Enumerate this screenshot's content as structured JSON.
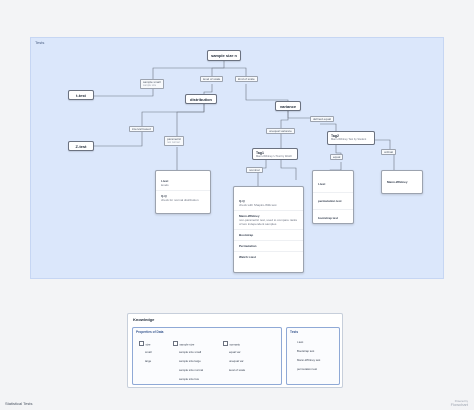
{
  "canvas": {
    "title": "Tests"
  },
  "nodes": {
    "root": "sample size n",
    "t_test": "t-test",
    "z_test": "Z-test",
    "distribution": "distribution",
    "variance": "variance"
  },
  "edge_labels": {
    "small_sample": "sample small",
    "small_sample_sub": "sample size",
    "level_of_scale": "level of scale",
    "kind_of_scale": "kind of scale",
    "interval_based": "interval based",
    "parametric": "parametric",
    "parametric_sub": "non normal",
    "unequal_variance": "unequal variance",
    "defined_equal": "defined equal",
    "equal": "equal",
    "nominal": "nominal",
    "ordinal": "ordinal"
  },
  "leaves": {
    "left": {
      "title": "Tag1",
      "desc": "Mann-Whitney U Test by Welch"
    },
    "right": {
      "title": "Tag2",
      "desc": "Mann-Whitney Test by Student"
    }
  },
  "cards": {
    "distribution_card": [
      {
        "title": "t-test",
        "desc": "levels"
      },
      {
        "title": "Q-Q",
        "desc": "check for normal distribution"
      }
    ],
    "variance_card": [
      {
        "title": "Q-Q",
        "desc": "check with Shapiro-Wilk test"
      },
      {
        "title": "Mann-Whitney",
        "desc": "non-parametric test, used to compare ranks of two independent samples"
      },
      {
        "title": "Bootstrap",
        "desc": ""
      },
      {
        "title": "Permutation",
        "desc": ""
      },
      {
        "title": "Welch t-test",
        "desc": ""
      }
    ],
    "middle_card": [
      {
        "title": "t-test",
        "desc": ""
      },
      {
        "title": "permutation test",
        "desc": ""
      },
      {
        "title": "bootstrap test",
        "desc": ""
      }
    ],
    "mw_card": [
      {
        "title": "Mann-Whitney",
        "desc": ""
      }
    ]
  },
  "legend": {
    "title": "Knowledge",
    "properties": {
      "header": "Properties of Data",
      "col1": {
        "name": "size",
        "items": [
          "small",
          "large"
        ]
      },
      "col2": {
        "name": "sample size",
        "items": [
          "sample size small",
          "sample size large",
          "sample size normal",
          "sample size few"
        ]
      },
      "col3": {
        "name": "scenario",
        "items": [
          "equal var",
          "unequal var",
          "level of scale"
        ]
      }
    },
    "tests": {
      "header": "Tests",
      "items": [
        "t-test",
        "Bootstrap test",
        "Mann-Whitney test",
        "permutation test"
      ]
    }
  },
  "footer": {
    "left": "Statistical Tests",
    "right": "Flowchart",
    "right_sub": "Powered by"
  },
  "colors": {
    "canvas": "#dbe7fb",
    "accent": "#3b5a91",
    "border": "#6b7280"
  }
}
